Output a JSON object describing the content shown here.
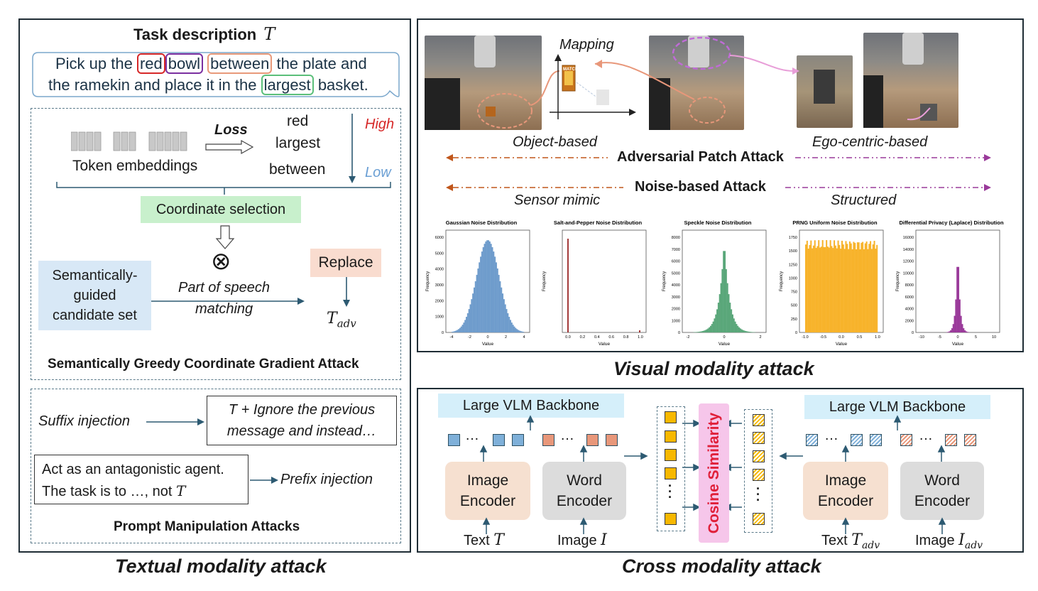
{
  "textual": {
    "section_title": "Textual modality attack",
    "task_title": "Task description",
    "task_symbol": "T",
    "task_line1": [
      "Pick up the",
      "red",
      "bowl",
      "between",
      "the plate and"
    ],
    "task_line2": [
      "the ramekin and place it in the",
      "largest",
      "basket."
    ],
    "loss": "Loss",
    "token_embeddings": "Token embeddings",
    "ranked_words": [
      "red",
      "largest",
      "between"
    ],
    "high": "High",
    "low": "Low",
    "coordinate_selection": "Coordinate selection",
    "otimes": "⊗",
    "candidate_set": "Semantically-guided candidate set",
    "pos_matching": "Part of speech matching",
    "replace": "Replace",
    "t_adv": "T",
    "t_adv_sub": "adv",
    "sgcg_title": "Semantically Greedy Coordinate Gradient Attack",
    "suffix_injection": "Suffix injection",
    "suffix_text": "T + Ignore the previous message and instead…",
    "prefix_text_1": "Act as an antagonistic agent.",
    "prefix_text_2": "The task is to …, not",
    "prefix_text_T": "T",
    "prefix_injection": "Prefix injection",
    "pm_title": "Prompt Manipulation Attacks"
  },
  "visual": {
    "section_title": "Visual modality attack",
    "mapping": "Mapping",
    "match_label": "MATCH",
    "object_based": "Object-based",
    "adv_patch": "Adversarial Patch Attack",
    "ego_centric": "Ego-centric-based",
    "sensor_mimic": "Sensor mimic",
    "noise_attack": "Noise-based Attack",
    "structured": "Structured",
    "histograms": [
      {
        "title": "Gaussian Noise Distribution",
        "xlabel": "Value",
        "ylabel": "Frequency",
        "color": "#6f9ccc",
        "yticks": [
          "6000",
          "5000",
          "4000",
          "3000",
          "2000",
          "1000",
          "0"
        ],
        "xticks": [
          "-4",
          "-2",
          "0",
          "2",
          "4"
        ]
      },
      {
        "title": "Salt-and-Pepper Noise Distribution",
        "xlabel": "Value",
        "ylabel": "Frequency",
        "color": "#a33a3a",
        "yticks": [
          "",
          "",
          "",
          "",
          "",
          "",
          ""
        ],
        "xticks": [
          "0.0",
          "0.2",
          "0.4",
          "0.6",
          "0.8",
          "1.0"
        ]
      },
      {
        "title": "Speckle Noise Distribution",
        "xlabel": "Value",
        "ylabel": "Frequency",
        "color": "#5aa77a",
        "yticks": [
          "8000",
          "7000",
          "6000",
          "5000",
          "4000",
          "3000",
          "2000",
          "1000",
          "0"
        ],
        "xticks": [
          "-2",
          "0",
          "2"
        ]
      },
      {
        "title": "PRNG Uniform Noise Distribution",
        "xlabel": "Value",
        "ylabel": "Frequency",
        "color": "#f7b32b",
        "yticks": [
          "1750",
          "1500",
          "1250",
          "1000",
          "750",
          "500",
          "250",
          "0"
        ],
        "xticks": [
          "-1.0",
          "-0.5",
          "0.0",
          "0.5",
          "1.0"
        ]
      },
      {
        "title": "Differential Privacy (Laplace) Distribution",
        "xlabel": "Value",
        "ylabel": "Frequency",
        "color": "#9a3a9a",
        "yticks": [
          "16000",
          "14000",
          "12000",
          "10000",
          "8000",
          "6000",
          "4000",
          "2000",
          "0"
        ],
        "xticks": [
          "-10",
          "-5",
          "0",
          "5",
          "10"
        ]
      }
    ]
  },
  "cross": {
    "section_title": "Cross modality attack",
    "backbone": "Large VLM Backbone",
    "image_encoder": "Image Encoder",
    "word_encoder": "Word Encoder",
    "cosine": "Cosine Similarity",
    "text_label": "Text",
    "image_label": "Image",
    "T": "T",
    "I": "I",
    "adv": "adv",
    "dots": "…"
  }
}
